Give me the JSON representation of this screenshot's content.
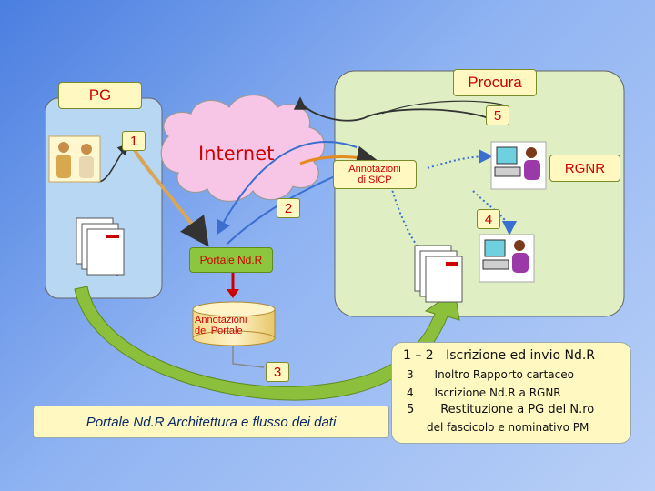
{
  "regions": {
    "pg": "PG",
    "procura": "Procura"
  },
  "cloud": {
    "label": "Internet"
  },
  "nodes": {
    "annotazioni_sicp": [
      "Annotazioni",
      "di SICP"
    ],
    "rgnr": "RGNR",
    "portale": "Portale Nd.R",
    "annotazioni_portale": [
      "Annotazioni",
      "del Portale"
    ]
  },
  "steps": {
    "s1": "1",
    "s2": "2",
    "s3": "3",
    "s4": "4",
    "s5": "5"
  },
  "title": "Portale Nd.R Architettura e flusso dei dati",
  "legend": [
    {
      "num": "1 – 2",
      "text": "Iscrizione ed invio Nd.R"
    },
    {
      "num": "3",
      "text": "Inoltro Rapporto cartaceo"
    },
    {
      "num": "4",
      "text": "Iscrizione Nd.R a RGNR"
    },
    {
      "num": "5",
      "text": "Restituzione a PG del N.ro"
    },
    {
      "num": "",
      "text": "del fascicolo e nominativo PM"
    }
  ],
  "colors": {
    "panel_pg": "#b8d7f2",
    "panel_procura": "#dfeec3",
    "cloud": "#f7c6e6",
    "label_fill": "#fff8c0",
    "accent_red": "#cc0000",
    "arrow_green": "#8cbf3c",
    "portale_fill": "#8cc63f"
  },
  "icons": [
    "officers-icon",
    "documents-icon",
    "operator-at-computer-icon",
    "database-cylinder-icon",
    "cloud-icon"
  ]
}
